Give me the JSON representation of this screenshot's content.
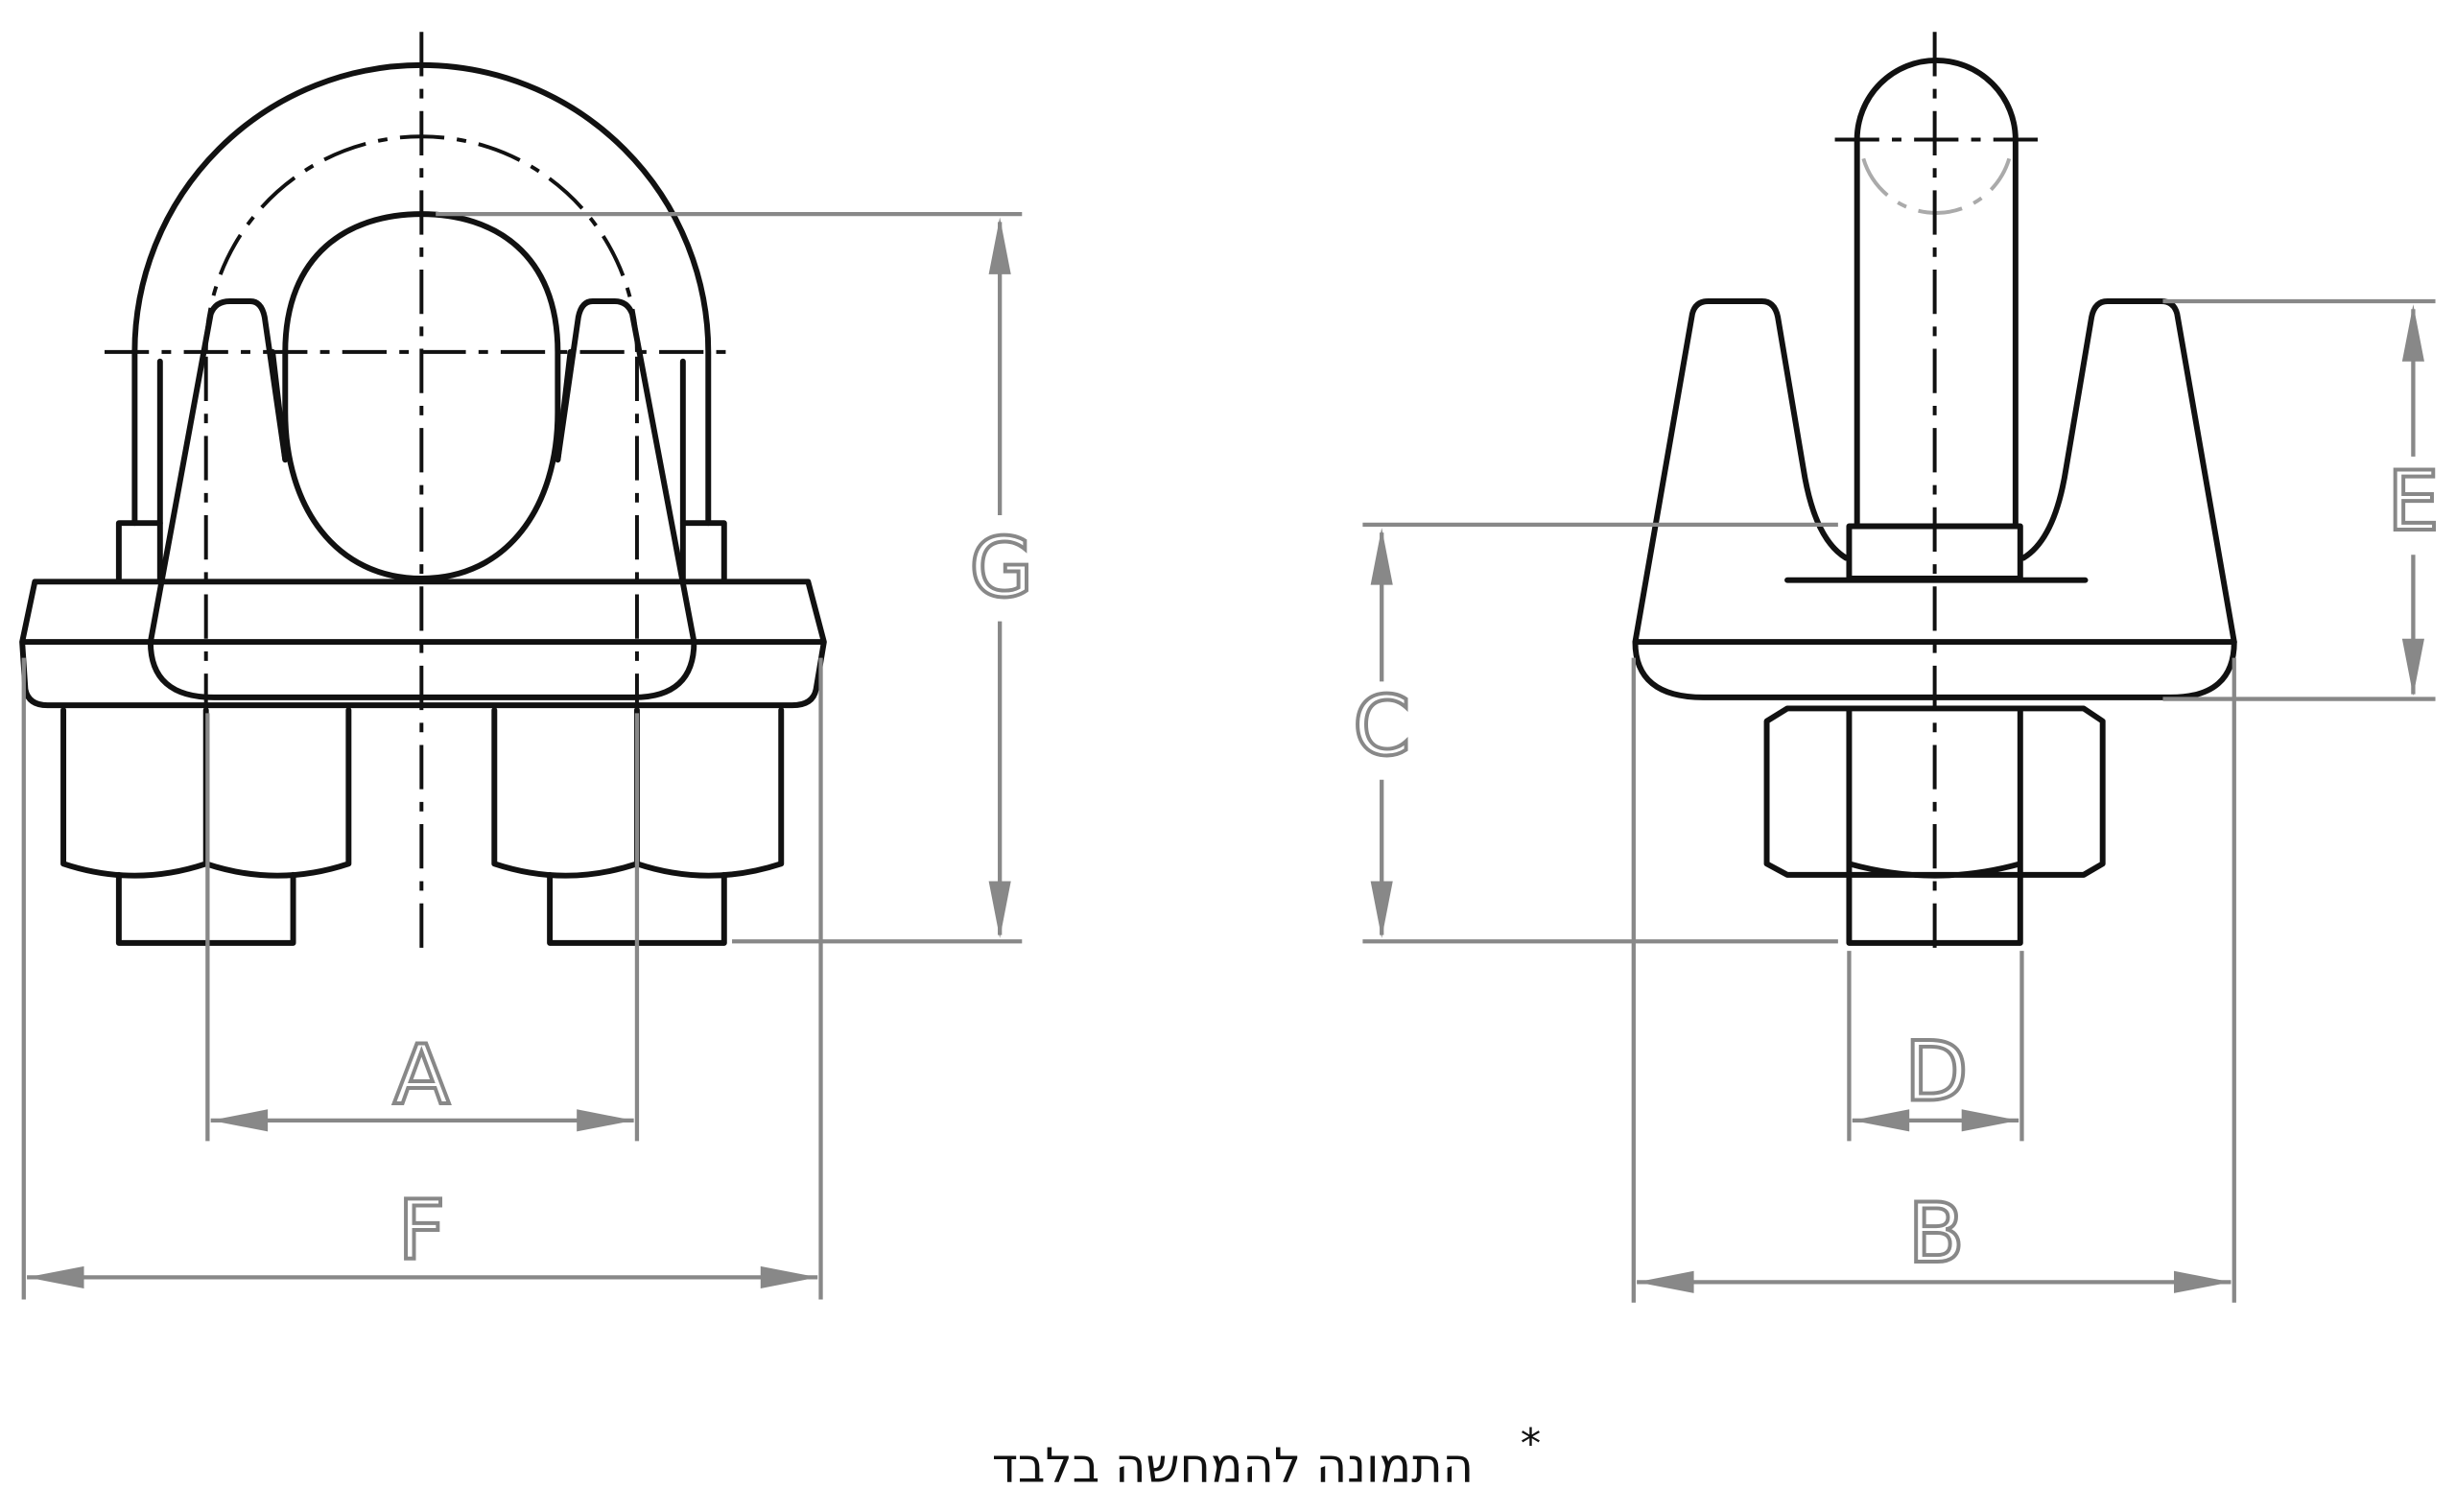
{
  "dimensions": {
    "A": "A",
    "B": "B",
    "C": "C",
    "D": "D",
    "E": "E",
    "F": "F",
    "G": "G"
  },
  "caption": "התמונה להמחשה בלבד",
  "caption_mark": "*",
  "colors": {
    "outline": "#111111",
    "dimension": "#888888"
  }
}
